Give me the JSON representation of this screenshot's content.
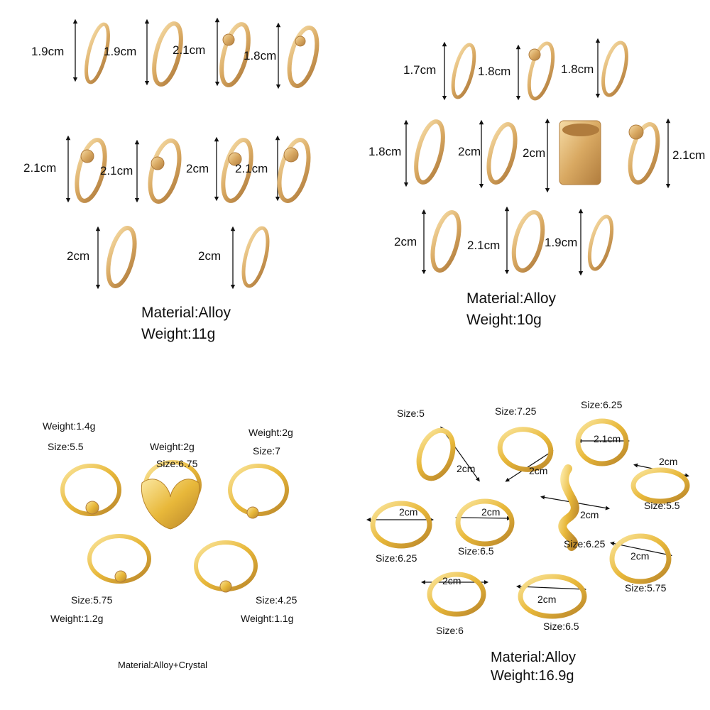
{
  "colors": {
    "background": "#ffffff",
    "gold_light": "#f1d196",
    "gold_mid": "#d9a962",
    "gold_dark": "#b07c3d",
    "gold_yellow": "#e8b83a",
    "text": "#111111"
  },
  "q1": {
    "sizes": [
      "1.9cm",
      "1.9cm",
      "2.1cm",
      "1.8cm",
      "2.1cm",
      "2.1cm",
      "2cm",
      "2.1cm",
      "2cm",
      "2cm"
    ],
    "material": "Material:Alloy",
    "weight": "Weight:11g"
  },
  "q2": {
    "sizes": [
      "1.7cm",
      "1.8cm",
      "1.8cm",
      "1.8cm",
      "2cm",
      "2cm",
      "2.1cm",
      "2cm",
      "2.1cm",
      "1.9cm"
    ],
    "material": "Material:Alloy",
    "weight": "Weight:10g"
  },
  "q3": {
    "labels": [
      "Weight:1.4g",
      "Size:5.5",
      "Weight:2g",
      "Size:6.75",
      "Weight:2g",
      "Size:7",
      "Size:5.75",
      "Weight:1.2g",
      "Size:4.25",
      "Weight:1.1g"
    ],
    "material": "Material:Alloy+Crystal"
  },
  "q4": {
    "sizes": [
      "Size:5",
      "Size:7.25",
      "Size:6.25",
      "Size:5.5",
      "Size:6.25",
      "Size:6.5",
      "Size:6.25",
      "Size:5.75",
      "Size:6",
      "Size:6.5"
    ],
    "dims": [
      "2cm",
      "2cm",
      "2.1cm",
      "2cm",
      "2cm",
      "2cm",
      "2cm",
      "2cm",
      "2cm",
      "2cm"
    ],
    "material": "Material:Alloy",
    "weight": "Weight:16.9g"
  }
}
